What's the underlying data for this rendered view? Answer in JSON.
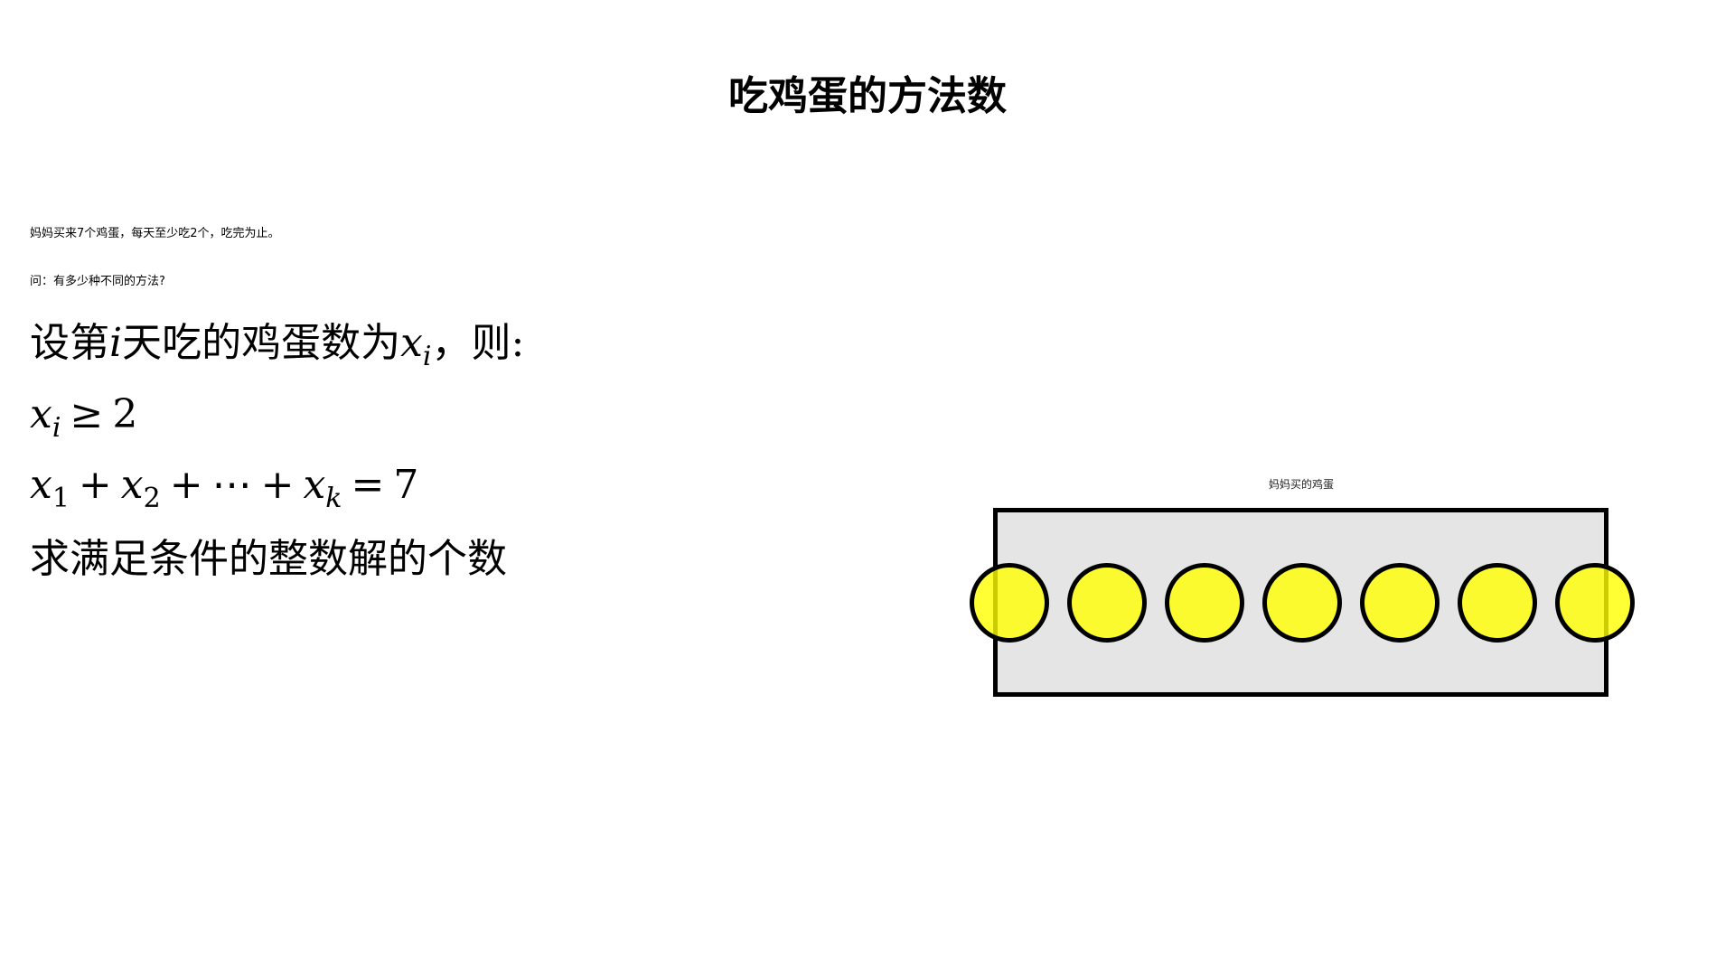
{
  "page": {
    "title": "吃鸡蛋的方法数"
  },
  "problem": {
    "statement": "妈妈买来7个鸡蛋，每天至少吃2个，吃完为止。",
    "question": "问：有多少种不同的方法?"
  },
  "solution": {
    "line1": {
      "prefix": "设第",
      "var_i": "i",
      "middle": "天吃的鸡蛋数为",
      "var_x": "x",
      "sub_i": "i",
      "suffix": "，则:"
    },
    "line2": {
      "var_x": "x",
      "sub_i": "i",
      "op": "≥",
      "value": "2"
    },
    "line3": {
      "x1": "x",
      "s1": "1",
      "plus1": "+",
      "x2": "x",
      "s2": "2",
      "plus2": "+",
      "dots": "⋯",
      "plus3": "+",
      "xk": "x",
      "sk": "k",
      "eq": "=",
      "total": "7"
    },
    "line4": "求满足条件的整数解的个数"
  },
  "diagram": {
    "label": "妈妈买的鸡蛋",
    "egg_count": 7,
    "colors": {
      "box_fill": "#e5e5e5",
      "box_border": "#000000",
      "egg_fill": "#ffff00",
      "egg_border": "#000000"
    },
    "eggs": [
      {
        "id": 1
      },
      {
        "id": 2
      },
      {
        "id": 3
      },
      {
        "id": 4
      },
      {
        "id": 5
      },
      {
        "id": 6
      },
      {
        "id": 7
      }
    ]
  }
}
